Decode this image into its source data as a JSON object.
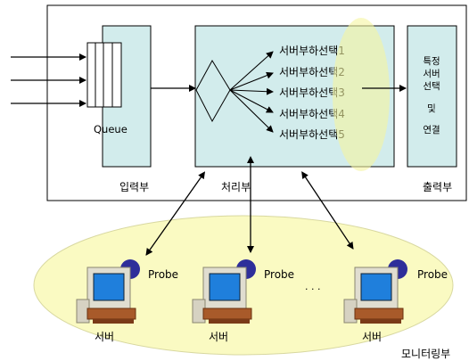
{
  "diagram": {
    "queue_label": "Queue",
    "input_label": "입력부",
    "processing_label": "처리부",
    "output_label": "출력부",
    "monitor_label": "모니터링부",
    "server_select": [
      "서버부하선택1",
      "서버부하선택2",
      "서버부하선택3",
      "서버부하선택4",
      "서버부하선택5"
    ],
    "output_box_lines": [
      "특정",
      "서버",
      "선택",
      "및",
      "연결"
    ],
    "servers": [
      {
        "label": "서버",
        "probe": "Probe"
      },
      {
        "label": "서버",
        "probe": "Probe"
      },
      {
        "label": "서버",
        "probe": "Probe"
      }
    ],
    "ellipsis": "· · ·",
    "colors": {
      "box_fill": "#d2ecec",
      "ellipse_fill": "#f5f5b5",
      "monitor_fill": "#fafac2",
      "probe_fill": "#2e2e9a",
      "screen_fill": "#1f7fdc",
      "computer_body": "#e0ddd0"
    }
  }
}
